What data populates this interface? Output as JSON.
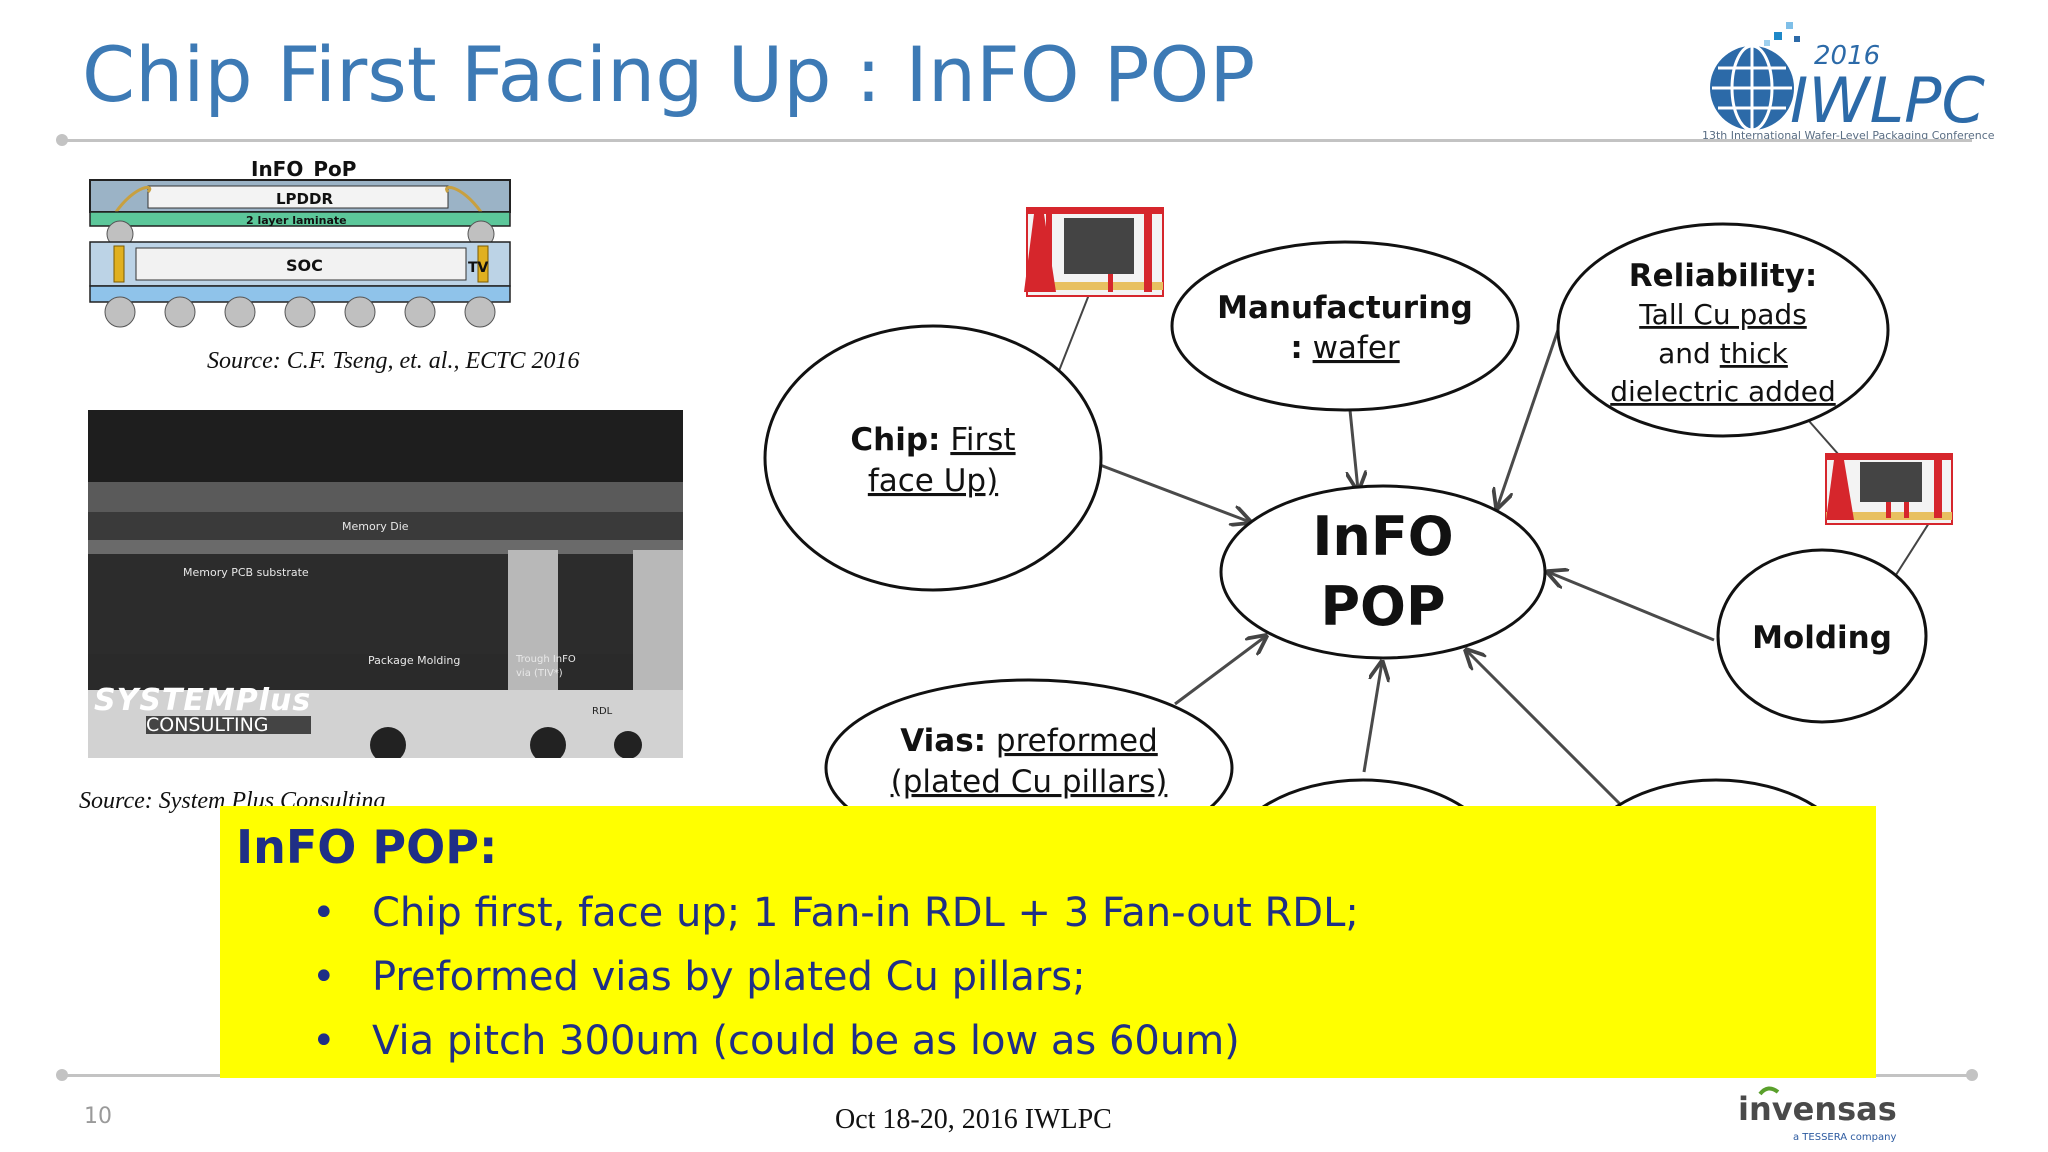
{
  "slide": {
    "title": "Chip First Facing Up : InFO POP",
    "page_number": "10",
    "footer": "Oct 18-20, 2016 IWLPC"
  },
  "logos": {
    "iwlpc": {
      "year": "2016",
      "name": "IWLPC",
      "tagline": "13th International Wafer-Level Packaging Conference"
    },
    "invensas": {
      "name": "invensas",
      "tagline": "a TESSERA company"
    }
  },
  "package_diagram": {
    "title": "InFO_PoP",
    "top_die": "LPDDR",
    "laminate": "2 layer laminate",
    "bottom_die": "SOC",
    "via_label": "TV",
    "source": "Source: C.F. Tseng, et. al., ECTC 2016"
  },
  "xray_image": {
    "labels": {
      "memory_die": "Memory Die",
      "memory_pcb": "Memory PCB substrate",
      "package_molding": "Package Molding",
      "through_info": "Trough InFO",
      "through_info_2": "via (TIV*)",
      "rdl": "RDL"
    },
    "watermark": "SYSTEMPlus",
    "watermark_sub": "CONSULTING",
    "source": "Source: System Plus Consulting"
  },
  "mind_map": {
    "center": {
      "line1": "InFO",
      "line2": "POP"
    },
    "chip": {
      "bold": "Chip:",
      "underlined1": "First",
      "underlined2": "face Up)"
    },
    "manufacturing": {
      "bold": "Manufacturing",
      "plain": ":",
      "underlined": "wafer"
    },
    "reliability": {
      "bold": "Reliability:",
      "underlined1": "Tall Cu pads",
      "plain": "and",
      "underlined2": "thick",
      "underlined3": "dielectric added"
    },
    "molding": {
      "bold": "Molding"
    },
    "vias": {
      "bold": "Vias:",
      "underlined1": "preformed",
      "underlined2": "(plated Cu pillars)"
    }
  },
  "note": {
    "title": "InFO POP:",
    "bullets": [
      "Chip first, face up; 1 Fan-in RDL + 3 Fan-out RDL;",
      "Preformed vias by plated Cu pillars;",
      "Via pitch 300um (could be as low as 60um)"
    ]
  },
  "colors": {
    "title_blue": "#3d7ab5",
    "note_yellow": "#ffff00",
    "note_text": "#1f2f86",
    "icon_red": "#d6262c"
  }
}
